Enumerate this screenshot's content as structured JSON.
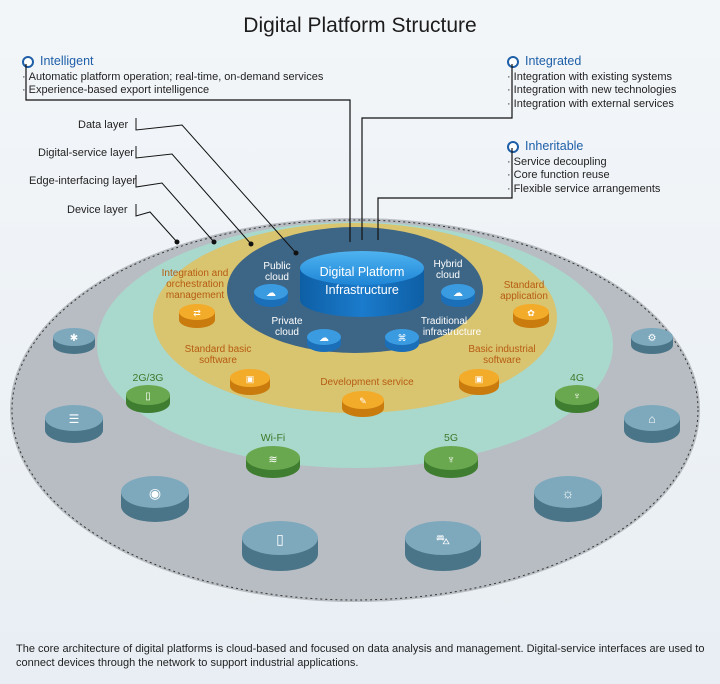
{
  "title": "Digital Platform Structure",
  "panels": {
    "intelligent": {
      "heading": "Intelligent",
      "items": [
        "Automatic platform operation; real-time, on-demand services",
        "Experience-based export intelligence"
      ]
    },
    "integrated": {
      "heading": "Integrated",
      "items": [
        "Integration with existing systems",
        "Integration with new technologies",
        "Integration with external services"
      ]
    },
    "inheritable": {
      "heading": "Inheritable",
      "items": [
        "Service decoupling",
        "Core function reuse",
        "Flexible service arrangements"
      ]
    }
  },
  "layers": [
    "Data layer",
    "Digital-service layer",
    "Edge-interfacing layer",
    "Device layer"
  ],
  "center": {
    "line1": "Digital Platform",
    "line2": "Infrastructure"
  },
  "cloud_nodes": {
    "public": {
      "line1": "Public",
      "line2": "cloud"
    },
    "hybrid": {
      "line1": "Hybrid",
      "line2": "cloud"
    },
    "private": {
      "line1": "Private",
      "line2": "cloud"
    },
    "traditional": {
      "line1": "Traditional",
      "line2": "infrastructure"
    }
  },
  "service_nodes": {
    "integration": {
      "line1": "Integration and",
      "line2": "orchestration",
      "line3": "management"
    },
    "standard_app": {
      "line1": "Standard",
      "line2": "application"
    },
    "standard_basic": {
      "line1": "Standard basic",
      "line2": "software"
    },
    "basic_industrial": {
      "line1": "Basic industrial",
      "line2": "software"
    },
    "development": {
      "label": "Development service"
    }
  },
  "network_nodes": {
    "g23": "2G/3G",
    "g4": "4G",
    "wifi": "Wi-Fi",
    "g5": "5G"
  },
  "device_icons": [
    "bluetooth-icon",
    "server-icon",
    "webcam-icon",
    "tablet-icon",
    "car-icon",
    "sun-icon",
    "smart-home-icon",
    "robot-arm-icon"
  ],
  "caption": "The core architecture of digital platforms is cloud-based and focused on data analysis and management. Digital-service interfaces are used to connect devices through the network to support industrial applications.",
  "colors": {
    "accent": "#1e5fa8",
    "outer_ring": "#b9bec4",
    "edge_ring": "#a9d8cc",
    "service_ring": "#d9c46f",
    "core_ring": "#3d6585",
    "cylinder": "#1e7fd0",
    "service_puck": "#f1a21e",
    "network_puck": "#6aa84f",
    "device_puck": "#6d9aae"
  }
}
